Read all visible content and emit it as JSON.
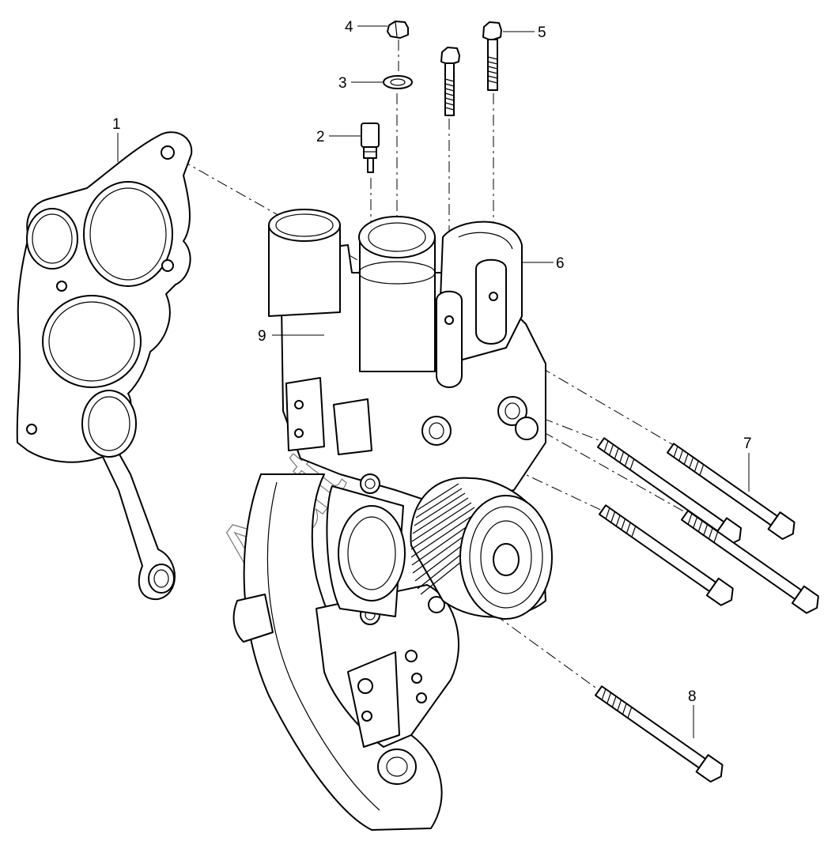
{
  "diagram": {
    "callouts": [
      {
        "id": "1",
        "label": "1",
        "part": "gasket"
      },
      {
        "id": "2",
        "label": "2",
        "part": "temperature-sensor"
      },
      {
        "id": "3",
        "label": "3",
        "part": "sealing-washer"
      },
      {
        "id": "4",
        "label": "4",
        "part": "plug-screw"
      },
      {
        "id": "5",
        "label": "5",
        "part": "flange-bolt"
      },
      {
        "id": "6",
        "label": "6",
        "part": "thermostat-housing"
      },
      {
        "id": "7",
        "label": "7",
        "part": "long-bolts"
      },
      {
        "id": "8",
        "label": "8",
        "part": "bolt"
      },
      {
        "id": "9",
        "label": "9",
        "part": "water-pump-housing"
      }
    ],
    "watermark": "AutoSoft"
  }
}
